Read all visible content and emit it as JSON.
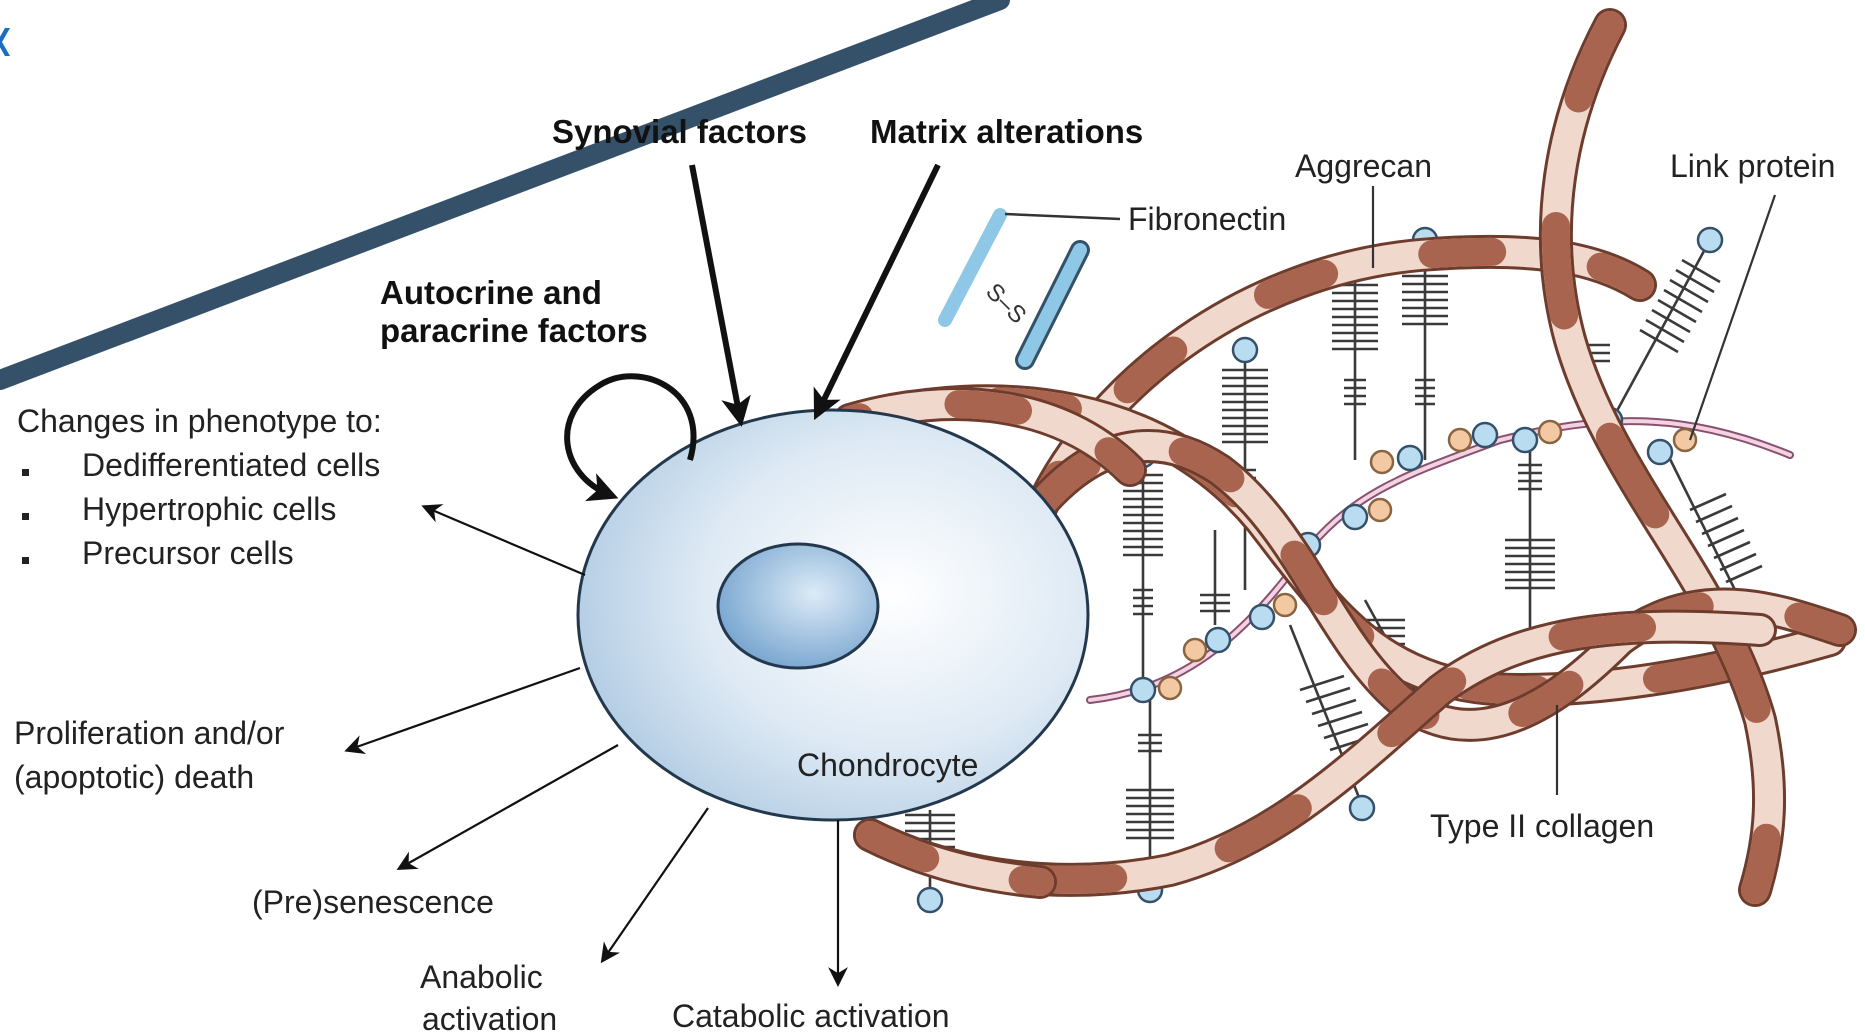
{
  "labels": {
    "synovial_factors": "Synovial factors",
    "matrix_alterations": "Matrix alterations",
    "autocrine_line1": "Autocrine and",
    "autocrine_line2": "paracrine factors",
    "fibronectin": "Fibronectin",
    "aggrecan": "Aggrecan",
    "link_protein": "Link protein",
    "disulfide": "S–S",
    "phenotype_heading": "Changes in phenotype to:",
    "phenotype_items": [
      "Dedifferentiated cells",
      "Hypertrophic cells",
      "Precursor cells"
    ],
    "proliferation_line1": "Proliferation and/or",
    "proliferation_line2": "(apoptotic) death",
    "presenescence": "(Pre)senescence",
    "anabolic_line1": "Anabolic",
    "anabolic_line2": "activation",
    "catabolic": "Catabolic activation",
    "chondrocyte": "Chondrocyte",
    "type2_collagen": "Type II collagen"
  },
  "colors": {
    "cell_fill": "#cfe0ef",
    "cell_stroke": "#23384d",
    "nucleus_fill": "#8fb6d8",
    "collagen_light": "#f0d8cc",
    "collagen_dark": "#a8644e",
    "collagen_outline": "#6e3c2c",
    "fibronectin": "#8ec8e6",
    "aggrecan_ball": "#b9dcf0",
    "link_ball": "#f2c9a2",
    "hyaluronan": "#d59ab8",
    "text": "#222222",
    "corner_mark": "#1a6ec0"
  }
}
